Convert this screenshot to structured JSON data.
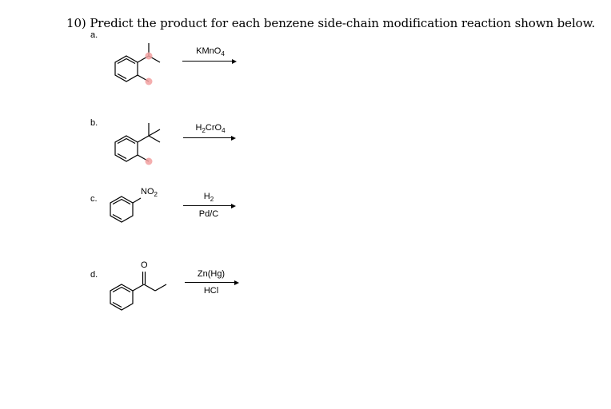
{
  "question": {
    "number": "10)",
    "text": "Predict the product for each benzene side-chain modification reaction shown below."
  },
  "parts": [
    {
      "label": "a.",
      "reagent_above": "KMnO",
      "reagent_above_sub": "4",
      "reagent_below": ""
    },
    {
      "label": "b.",
      "reagent_above_pre": "H",
      "reagent_above_sub1": "2",
      "reagent_above_mid": "CrO",
      "reagent_above_sub2": "4",
      "reagent_below": ""
    },
    {
      "label": "c.",
      "substituent": "NO",
      "substituent_sub": "2",
      "reagent_above": "H",
      "reagent_above_sub": "2",
      "reagent_below": "Pd/C"
    },
    {
      "label": "d.",
      "carbonyl_atom": "O",
      "reagent_above": "Zn(Hg)",
      "reagent_below": "HCl"
    }
  ],
  "colors": {
    "highlight": "#f2a0a0",
    "text": "#000000"
  }
}
